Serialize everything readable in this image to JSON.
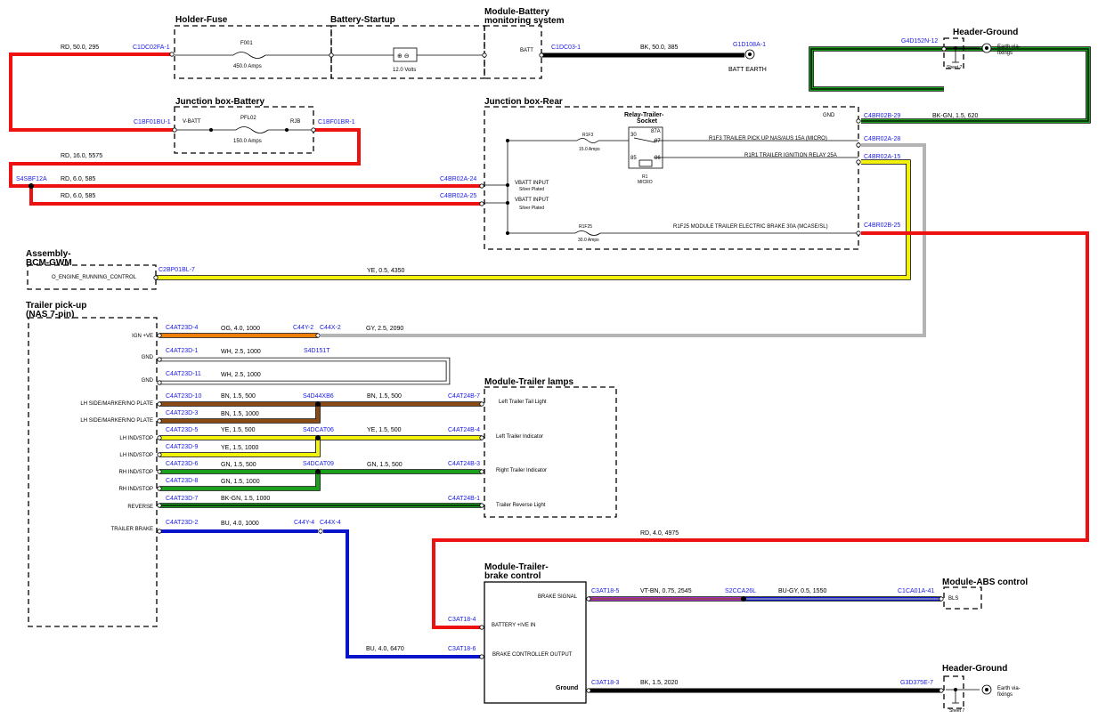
{
  "modules": {
    "holder_fuse": {
      "title": "Holder-Fuse",
      "fuse_id": "F001",
      "fuse_rating": "450.0 Amps"
    },
    "battery_startup": {
      "title": "Battery-Startup",
      "voltage": "12.0 Volts"
    },
    "battery_monitoring": {
      "title_line1": "Module-Battery",
      "title_line2": "monitoring system",
      "pin": "BATT"
    },
    "junction_battery": {
      "title": "Junction box-Battery",
      "pin_in": "V-BATT",
      "fuse_id": "PFL02",
      "fuse_rating": "150.0 Amps",
      "pin_out": "RJB"
    },
    "header_ground_top": {
      "title": "Header-Ground",
      "note": "Earth via-fixings",
      "note_line1": "Earth via-",
      "note_line2": "fixings",
      "sheet": "Sheet 7"
    },
    "junction_rear": {
      "title": "Junction box-Rear",
      "gnd": "GND",
      "vbatt1": "VBATT INPUT",
      "vbatt1_sub": "Silver Plated",
      "vbatt2": "VBATT INPUT",
      "vbatt2_sub": "Silver Plated",
      "relay_title_line1": "Relay-Trailer-",
      "relay_title_line2": "Socket",
      "relay_pins": [
        "30",
        "87A",
        "87",
        "85",
        "86"
      ],
      "relay_id": "R1",
      "relay_sub": "MICRO",
      "fuse1_id": "R1F3",
      "fuse1_rating": "15.0 Amps",
      "fuse2_id": "R1F25",
      "fuse2_rating": "30.0 Amps",
      "circuit1": "R1F3 TRAILER PICK UP NAS/AUS 15A (MICRO)",
      "circuit2": "R1R1 TRAILER IGNITION RELAY 25A",
      "circuit3": "R1F25 MODULE TRAILER ELECTRIC BRAKE 30A (MCASE/SL)"
    },
    "bcm": {
      "title_line1": "Assembly-",
      "title_line2": "BCM-GWM",
      "pin": "O_ENGINE_RUNNING_CONTROL"
    },
    "trailer_pickup": {
      "title_line1": "Trailer pick-up",
      "title_line2": "(NAS 7-pin)",
      "pins": [
        "IGN +VE",
        "GND",
        "GND",
        "LH SIDE/MARKER/NO PLATE",
        "LH SIDE/MARKER/NO PLATE",
        "LH IND/STOP",
        "LH IND/STOP",
        "RH IND/STOP",
        "RH IND/STOP",
        "REVERSE",
        "TRAILER BRAKE"
      ]
    },
    "trailer_lamps": {
      "title": "Module-Trailer lamps",
      "pins": [
        "Left Trailer Tail Light",
        "Left Trailer Indicator",
        "Right Trailer Indicator",
        "Trailer Reverse Light"
      ]
    },
    "brake_control": {
      "title_line1": "Module-Trailer-",
      "title_line2": "brake control",
      "pins": [
        "BRAKE SIGNAL",
        "BATTERY +IVE IN",
        "BRAKE CONTROLLER OUTPUT",
        "Ground"
      ]
    },
    "abs": {
      "title": "Module-ABS control",
      "pin": "BLS"
    },
    "header_ground_bottom": {
      "title": "Header-Ground",
      "note": "Earth via-fixings",
      "note_line1": "Earth via-",
      "note_line2": "fixings",
      "sheet": "Sheet 7"
    }
  },
  "connectors": {
    "c1dc02fa": "C1DC02FA-1",
    "c1dc03": "C1DC03-1",
    "g1d108a": "G1D108A-1",
    "batt_earth": "BATT EARTH",
    "c1bf01bu": "C1BF01BU-1",
    "c1bf01br": "C1BF01BR-1",
    "g4d152n": "G4D152N-12",
    "c4br02b29": "C4BR02B-29",
    "c4br02a28": "C4BR02A-28",
    "c4br02a15": "C4BR02A-15",
    "s4sbf12a": "S4SBF12A",
    "c4br02a24": "C4BR02A-24",
    "c4br02a25": "C4BR02A-25",
    "c4br02b25": "C4BR02B-25",
    "c2bp01bl": "C2BP01BL-7",
    "c4at23d4": "C4AT23D-4",
    "c44y2": "C44Y-2",
    "c44x2": "C44X-2",
    "c4at23d1": "C4AT23D-1",
    "s4d151t": "S4D151T",
    "c4at23d11": "C4AT23D-11",
    "c4at23d10": "C4AT23D-10",
    "s4d44xb6": "S4D44XB6",
    "c4at24b7": "C4AT24B-7",
    "c4at23d3": "C4AT23D-3",
    "c4at23d5": "C4AT23D-5",
    "s4dcat06": "S4DCAT06",
    "c4at24b4": "C4AT24B-4",
    "c4at23d9": "C4AT23D-9",
    "c4at23d6": "C4AT23D-6",
    "s4dcat09": "S4DCAT09",
    "c4at24b3": "C4AT24B-3",
    "c4at23d8": "C4AT23D-8",
    "c4at23d7": "C4AT23D-7",
    "c4at24b1": "C4AT24B-1",
    "c4at23d2": "C4AT23D-2",
    "c44y4": "C44Y-4",
    "c44x4": "C44X-4",
    "c3at18_5": "C3AT18-5",
    "s2cca26l": "S2CCA26L",
    "c1ca01a41": "C1CA01A-41",
    "c3at18_4": "C3AT18-4",
    "c3at18_6": "C3AT18-6",
    "c3at18_3": "C3AT18-3",
    "g3d375e": "G3D375E-7"
  },
  "wires": {
    "w_rd_295": "RD, 50.0, 295",
    "w_bk_385": "BK, 50.0, 385",
    "w_bkgn_620": "BK-GN, 1.5, 620",
    "w_rd_5575": "RD, 16.0, 5575",
    "w_rd_585a": "RD, 6.0, 585",
    "w_rd_585b": "RD, 6.0, 585",
    "w_ye_4350": "YE, 0.5, 4350",
    "w_og_1000": "OG, 4.0, 1000",
    "w_gy_2090": "GY, 2.5, 2090",
    "w_wh_1000a": "WH, 2.5, 1000",
    "w_wh_1000b": "WH, 2.5, 1000",
    "w_bn_500a": "BN, 1.5, 500",
    "w_bn_500b": "BN, 1.5, 500",
    "w_bn_1000": "BN, 1.5, 1000",
    "w_ye_500a": "YE, 1.5, 500",
    "w_ye_500b": "YE, 1.5, 500",
    "w_ye_1000": "YE, 1.5, 1000",
    "w_gn_500a": "GN, 1.5, 500",
    "w_gn_500b": "GN, 1.5, 500",
    "w_gn_1000": "GN, 1.5, 1000",
    "w_bkgn_1000": "BK-GN, 1.5, 1000",
    "w_bu_1000": "BU, 4.0, 1000",
    "w_rd_4975": "RD, 4.0, 4975",
    "w_vtbn_2545": "VT-BN, 0.75, 2545",
    "w_bugy_1550": "BU-GY, 0.5, 1550",
    "w_bu_6470": "BU, 4.0, 6470",
    "w_bk_2020": "BK, 1.5, 2020"
  },
  "colors": {
    "RD": "#ee1111",
    "BK": "#000000",
    "GN": "#1aa01a",
    "GY": "#b4b4b4",
    "YE": "#f2f20a",
    "OG": "#f07f0a",
    "WH": "#ffffff",
    "BN": "#8b4a14",
    "BU": "#0a14c8",
    "VT": "#a030c8",
    "wire_outline": "#000000",
    "connector_label": "#1a1ae6"
  }
}
